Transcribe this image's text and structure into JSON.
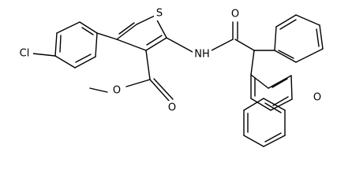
{
  "atoms": {
    "chlorine": "Cl",
    "sulfur": "S",
    "amide_nitrogen": "NH",
    "amide_oxygen": "O",
    "ester_carbonyl_oxygen": "O",
    "ester_ether_oxygen": "O",
    "xanthene_oxygen": "O"
  },
  "colors": {
    "bond": "#000000",
    "label": "#000000",
    "background": "#ffffff"
  }
}
